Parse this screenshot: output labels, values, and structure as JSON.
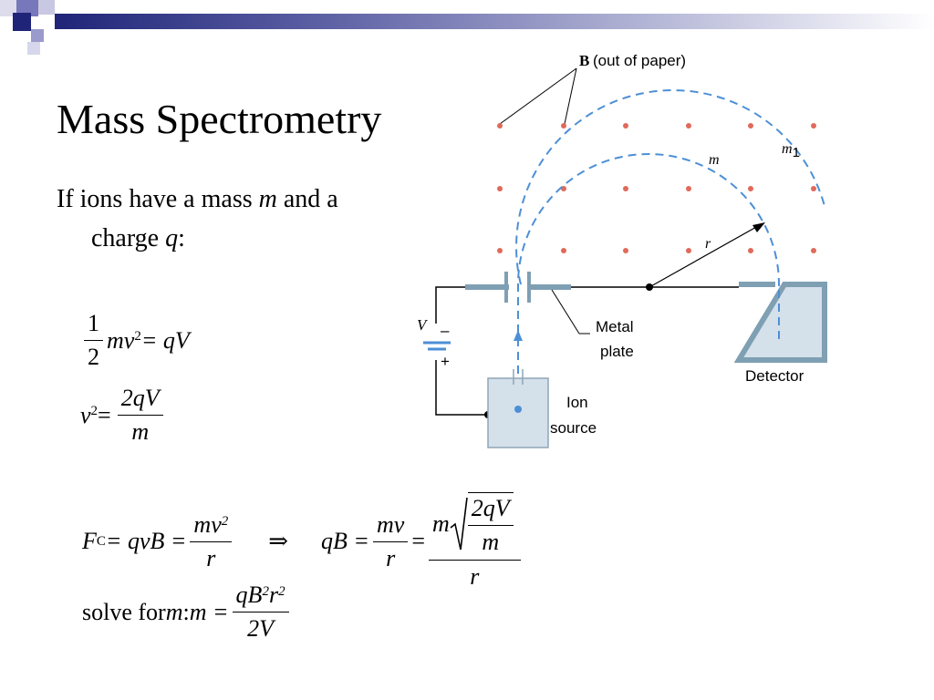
{
  "slide": {
    "title": "Mass Spectrometry",
    "intro_line1": "If ions have a mass ",
    "intro_m": "m",
    "intro_mid": " and a",
    "intro_line2": "charge ",
    "intro_q": "q",
    "intro_colon": ":"
  },
  "equations": {
    "eq1": {
      "num": "1",
      "den": "2",
      "lhs": "mv",
      "exp": "2",
      "rhs": " = qV"
    },
    "eq2": {
      "lhs": "v",
      "exp": "2",
      "eq": " = ",
      "num": "2qV",
      "den": "m"
    },
    "eq3": {
      "lhs": "F",
      "sub": "C",
      "mid": " = qvB = ",
      "num": "mv",
      "exp": "2",
      "den": "r",
      "implies": "⇒",
      "rhs_lhs": "qB = ",
      "num2": "mv",
      "den2": "r",
      "eq": " = ",
      "sqrt_num": "2qV",
      "sqrt_den": "m",
      "outer_m": "m",
      "den3": "r"
    },
    "eq4": {
      "prefix": "solve for ",
      "var": "m",
      "colon": " : ",
      "lhs": "m = ",
      "num": "qB",
      "exp1": "2",
      "num_r": "r",
      "exp2": "2",
      "den": "2V"
    }
  },
  "diagram": {
    "field_label_bold": "B",
    "field_label": "(out of paper)",
    "m1_label": "m",
    "m1_sub": "1",
    "m_label": "m",
    "r_label": "r",
    "v_label": "V",
    "minus": "–",
    "plus": "+",
    "metal_plate_l1": "Metal",
    "metal_plate_l2": "plate",
    "detector": "Detector",
    "ion_source_l1": "Ion",
    "ion_source_l2": "source",
    "colors": {
      "dot": "#e06a5a",
      "path": "#4d8fd6",
      "plate": "#7f9fb3",
      "box": "#d4e0ea",
      "boxedge": "#8fa6b7"
    }
  }
}
